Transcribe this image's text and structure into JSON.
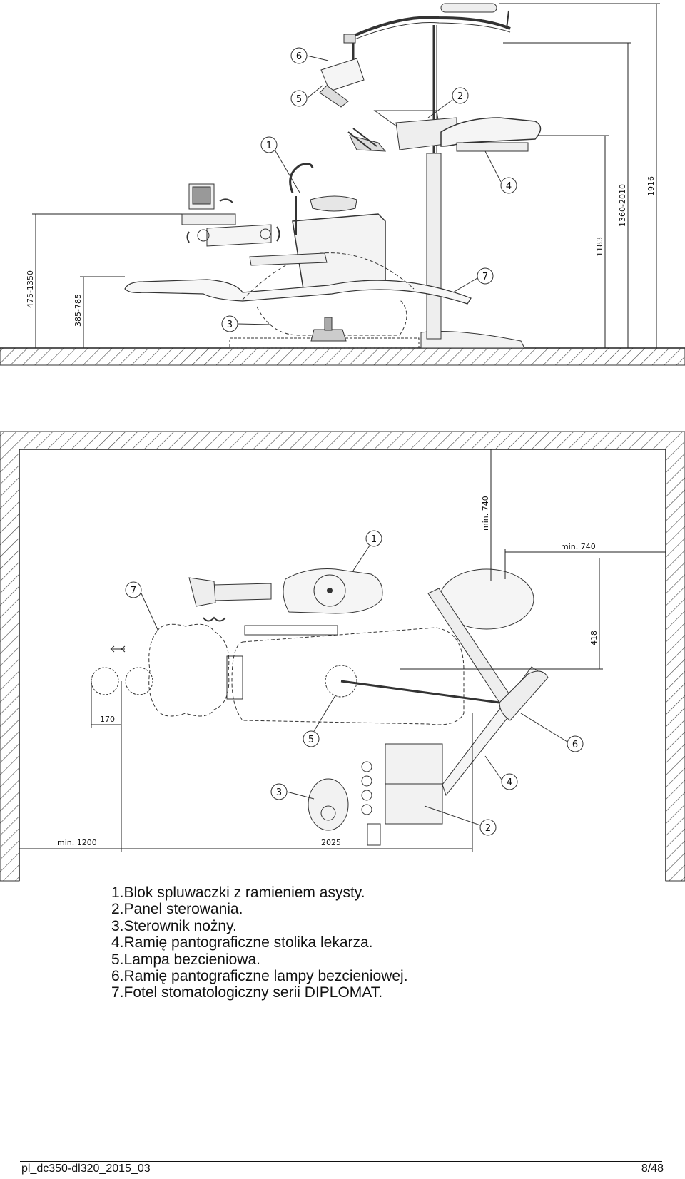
{
  "side_view": {
    "dimensions": {
      "h_475_1350": "475-1350",
      "h_385_785": "385-785",
      "h_1183": "1183",
      "h_1360_2010": "1360-2010",
      "h_1916": "1916"
    },
    "callouts": [
      "1",
      "2",
      "3",
      "4",
      "5",
      "6",
      "7"
    ]
  },
  "top_view": {
    "dimensions": {
      "min_740_vertical": "min. 740",
      "min_740_horizontal": "min. 740",
      "d_418": "418",
      "d_170": "170",
      "min_1200": "min. 1200",
      "d_2025": "2025"
    },
    "callouts": [
      "1",
      "2",
      "3",
      "4",
      "5",
      "6",
      "7"
    ]
  },
  "legend": [
    "1.Blok spluwaczki z ramieniem asysty.",
    "2.Panel sterowania.",
    "3.Sterownik nożny.",
    "4.Ramię pantograficzne stolika lekarza.",
    "5.Lampa bezcieniowa.",
    "6.Ramię pantograficzne lampy bezcieniowej.",
    "7.Fotel stomatologiczny serii DIPLOMAT."
  ],
  "footer": {
    "doc_id": "pl_dc350-dl320_2015_03",
    "page": "8/48"
  }
}
